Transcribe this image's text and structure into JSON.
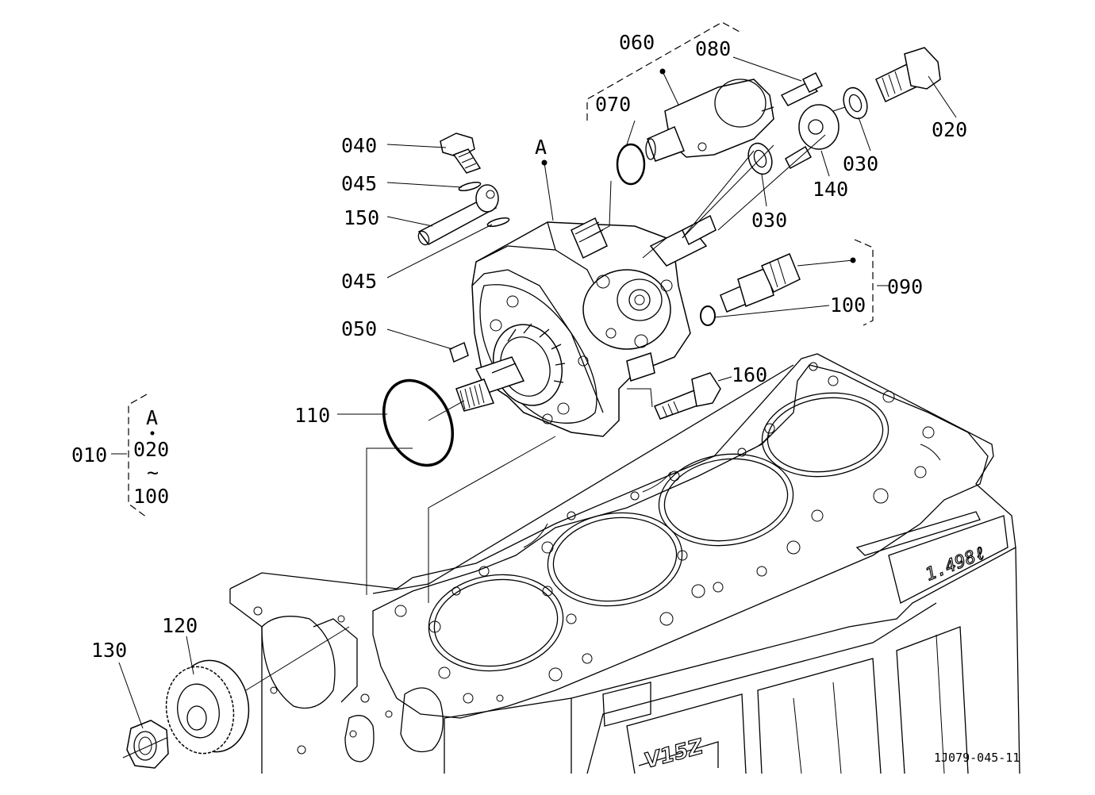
{
  "figure_code": "1J079-045-11",
  "labels": {
    "p010": "010",
    "p020": "020",
    "p030a": "030",
    "p030b": "030",
    "p040": "040",
    "p045a": "045",
    "p045b": "045",
    "p050": "050",
    "p060": "060",
    "p070": "070",
    "p080": "080",
    "p090": "090",
    "p100": "100",
    "p110": "110",
    "p120": "120",
    "p130": "130",
    "p140": "140",
    "p150": "150",
    "p160": "160",
    "refA": "A"
  },
  "assembly_note": {
    "ref": "A",
    "from": "020",
    "tilde": "~",
    "to": "100"
  },
  "block_markings": {
    "displacement": "1.498ℓ",
    "model": "V15Z"
  }
}
